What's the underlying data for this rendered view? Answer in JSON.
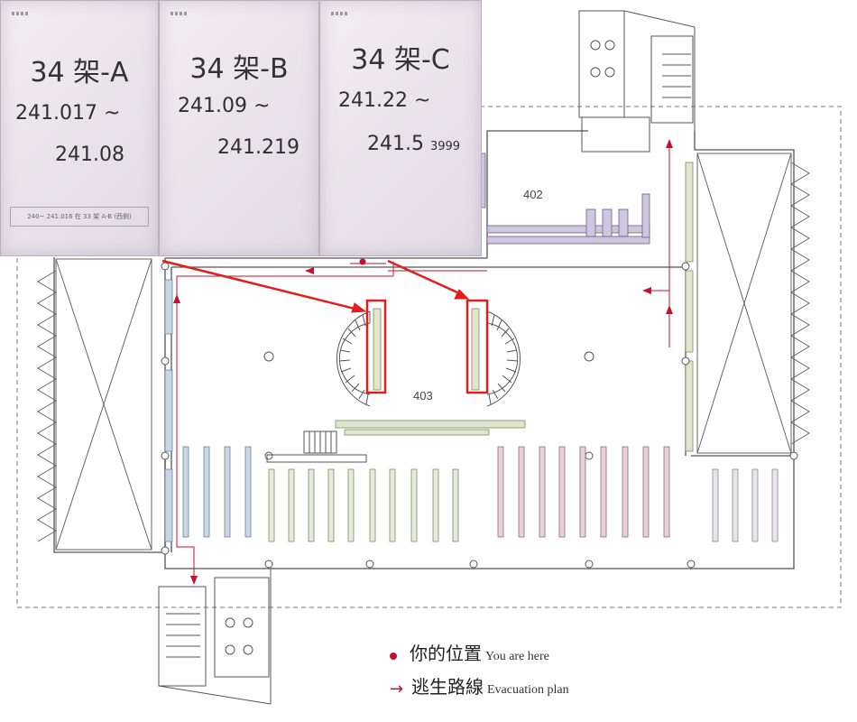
{
  "signs": [
    {
      "shelf": "34 架-A",
      "range_from": "241.017 ~",
      "range_to": "241.08",
      "footnote": "240~ 241.016 在 33 架 A-B (西側)"
    },
    {
      "shelf": "34 架-B",
      "range_from": "241.09 ~",
      "range_to": "241.219"
    },
    {
      "shelf": "34 架-C",
      "range_from": "241.22 ~",
      "range_to": "241.5",
      "range_to_suffix": "3999"
    }
  ],
  "rooms": {
    "room_402": "402",
    "room_403": "403"
  },
  "legend": {
    "you_are_here_zh": "你的位置",
    "you_are_here_en": "You are here",
    "evacuation_zh": "逃生路線",
    "evacuation_en": "Evacuation plan"
  },
  "colors": {
    "evacuation_route": "#c8102e",
    "highlight": "#e01e1e",
    "stacks_blue": "#c9d6e6",
    "stacks_green": "#dfe6cc",
    "stacks_pink": "#e8cfd8",
    "stacks_purple": "#cfc6e0",
    "wall": "#555555"
  },
  "icons": [
    "location-dot-icon",
    "evacuation-arrow-icon"
  ]
}
